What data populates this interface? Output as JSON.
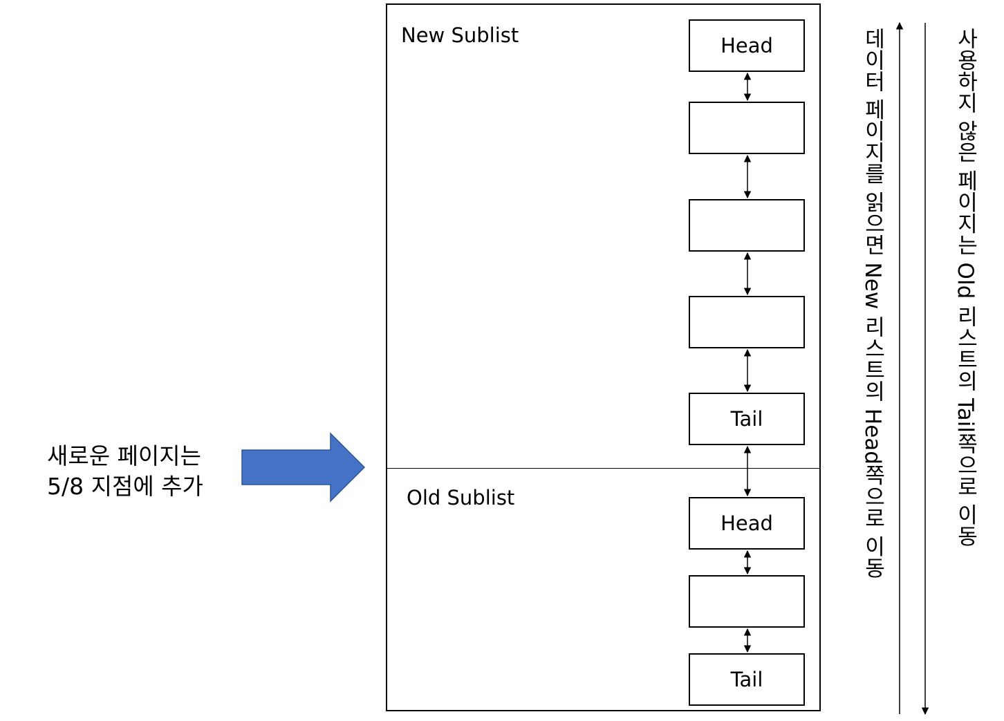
{
  "new_sublist": {
    "title": "New Sublist",
    "nodes": [
      "Head",
      "",
      "",
      "",
      "Tail"
    ]
  },
  "old_sublist": {
    "title": "Old Sublist",
    "nodes": [
      "Head",
      "",
      "Tail"
    ]
  },
  "insert_caption": {
    "line1": "새로운 페이지는",
    "line2": "5/8 지점에 추가"
  },
  "flow_labels": {
    "read_to_head": "데이터 페이지를 읽으면 New 리스트의 Head쪽으로 이동",
    "unused_to_tail": "사용하지 않은 페이지는 Old 리스트의 Tail쪽으로 이동"
  },
  "colors": {
    "insert_arrow": "#4472C4",
    "insert_arrow_border": "#2F5597"
  }
}
